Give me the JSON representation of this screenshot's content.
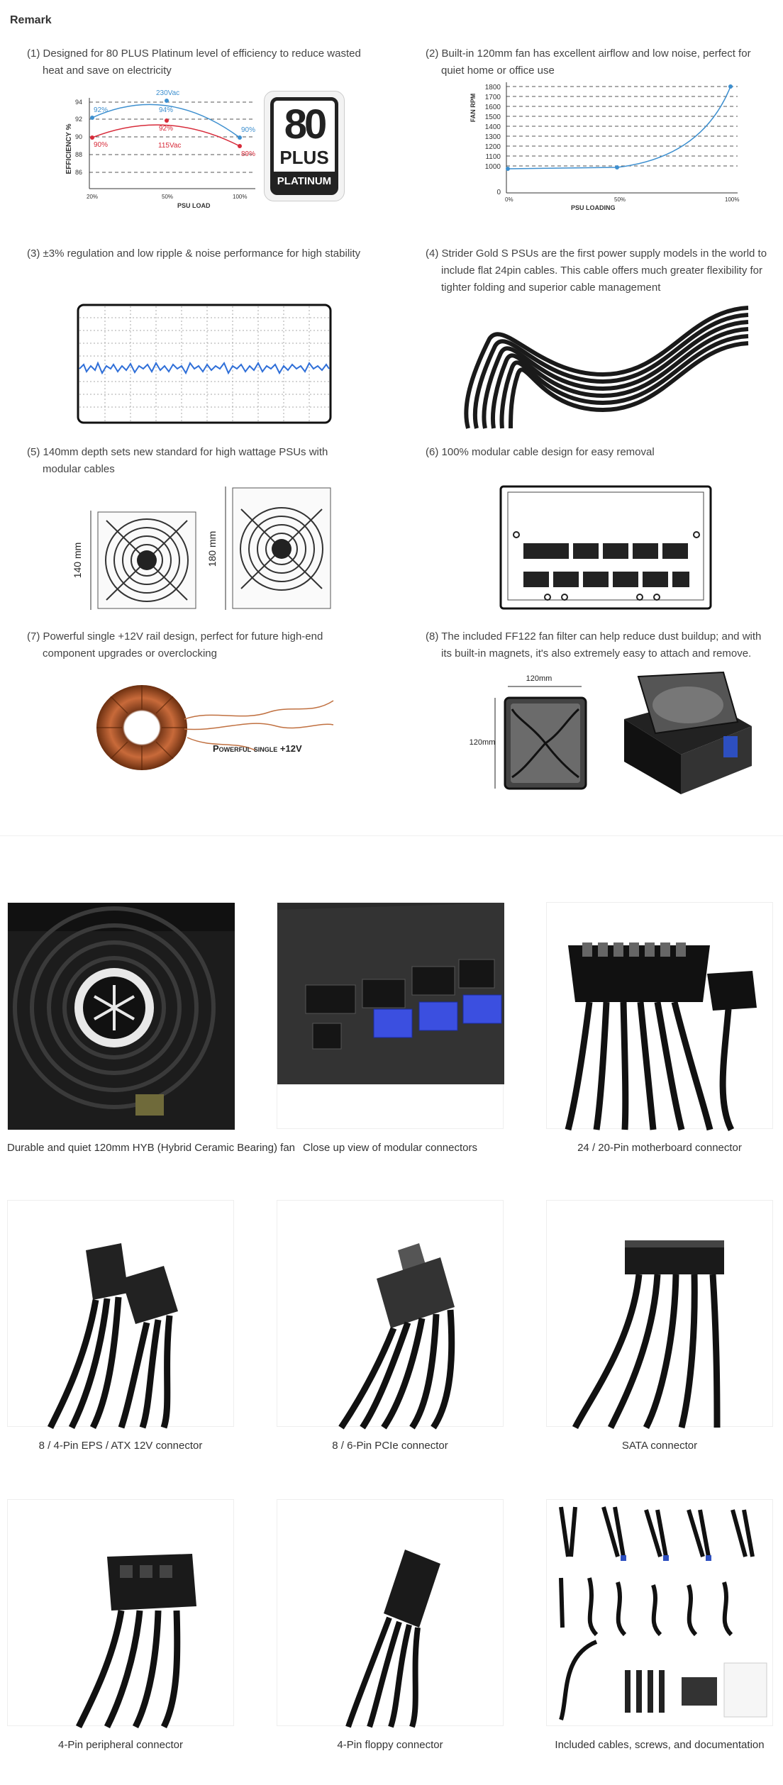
{
  "remark": {
    "title": "Remark",
    "items": [
      {
        "num": "(1)",
        "line1": "Designed for 80 PLUS Platinum level of efficiency to reduce wasted",
        "line2": "heat and save on electricity"
      },
      {
        "num": "(2)",
        "line1": "Built-in 120mm fan has excellent airflow and low noise, perfect for",
        "line2": "quiet home or office use"
      },
      {
        "num": "(3)",
        "line1": "±3% regulation and low ripple & noise performance for high stability",
        "line2": ""
      },
      {
        "num": "(4)",
        "line1": "Strider Gold S PSUs are the first power supply models in the world to",
        "line2": "include flat 24pin cables. This cable offers much greater flexibility for",
        "line3": "tighter folding and superior cable management"
      },
      {
        "num": "(5)",
        "line1": "140mm depth sets new standard for high wattage PSUs with",
        "line2": "modular cables"
      },
      {
        "num": "(6)",
        "line1": "100% modular cable design for easy removal",
        "line2": ""
      },
      {
        "num": "(7)",
        "line1": "Powerful single +12V rail design, perfect for future high-end",
        "line2": "component upgrades or overclocking"
      },
      {
        "num": "(8)",
        "line1": "The included FF122 fan filter can help reduce dust buildup; and with",
        "line2": "its built-in magnets, it's also extremely easy to attach and remove."
      }
    ]
  },
  "eff_chart": {
    "ylabel": "EFFICIENCY %",
    "xlabel": "PSU LOAD",
    "yticks": [
      "94",
      "92",
      "90",
      "88",
      "86"
    ],
    "xticks": [
      "20%",
      "50%",
      "100%"
    ],
    "label_230": "230Vac",
    "label_115": "115Vac",
    "blue_pts": [
      "92%",
      "94%",
      "90%"
    ],
    "red_pts": [
      "90%",
      "92%",
      "89%"
    ],
    "colors": {
      "blue": "#3d8fcf",
      "red": "#d72b3a"
    }
  },
  "plus_badge": {
    "big": "80",
    "plus": "PLUS",
    "level": "PLATINUM"
  },
  "fan_chart": {
    "ylabel": "FAN RPM",
    "xlabel": "PSU LOADING",
    "yticks": [
      "1800",
      "1700",
      "1600",
      "1500",
      "1400",
      "1300",
      "1200",
      "1100",
      "1000",
      "0"
    ],
    "xticks": [
      "0%",
      "50%",
      "100%"
    ]
  },
  "dims": {
    "d1": "140 mm",
    "d2": "180 mm"
  },
  "rail": {
    "label": "Powerful single +12V"
  },
  "filter": {
    "w": "120mm",
    "h": "120mm"
  },
  "gallery": [
    {
      "caption": "Durable and quiet 120mm HYB (Hybrid Ceramic Bearing) fan",
      "icon": "fan-closeup-icon"
    },
    {
      "caption": "Close up view of modular connectors",
      "icon": "modular-connectors-icon"
    },
    {
      "caption": "24 / 20-Pin motherboard connector",
      "icon": "atx-connector-icon"
    },
    {
      "caption": "8 / 4-Pin EPS / ATX 12V connector",
      "icon": "eps-connector-icon"
    },
    {
      "caption": "8 / 6-Pin PCIe connector",
      "icon": "pcie-connector-icon"
    },
    {
      "caption": "SATA connector",
      "icon": "sata-connector-icon"
    },
    {
      "caption": "4-Pin peripheral connector",
      "icon": "molex-connector-icon"
    },
    {
      "caption": "4-Pin floppy connector",
      "icon": "floppy-connector-icon"
    },
    {
      "caption": "Included cables, screws, and documentation",
      "icon": "accessories-icon"
    }
  ]
}
